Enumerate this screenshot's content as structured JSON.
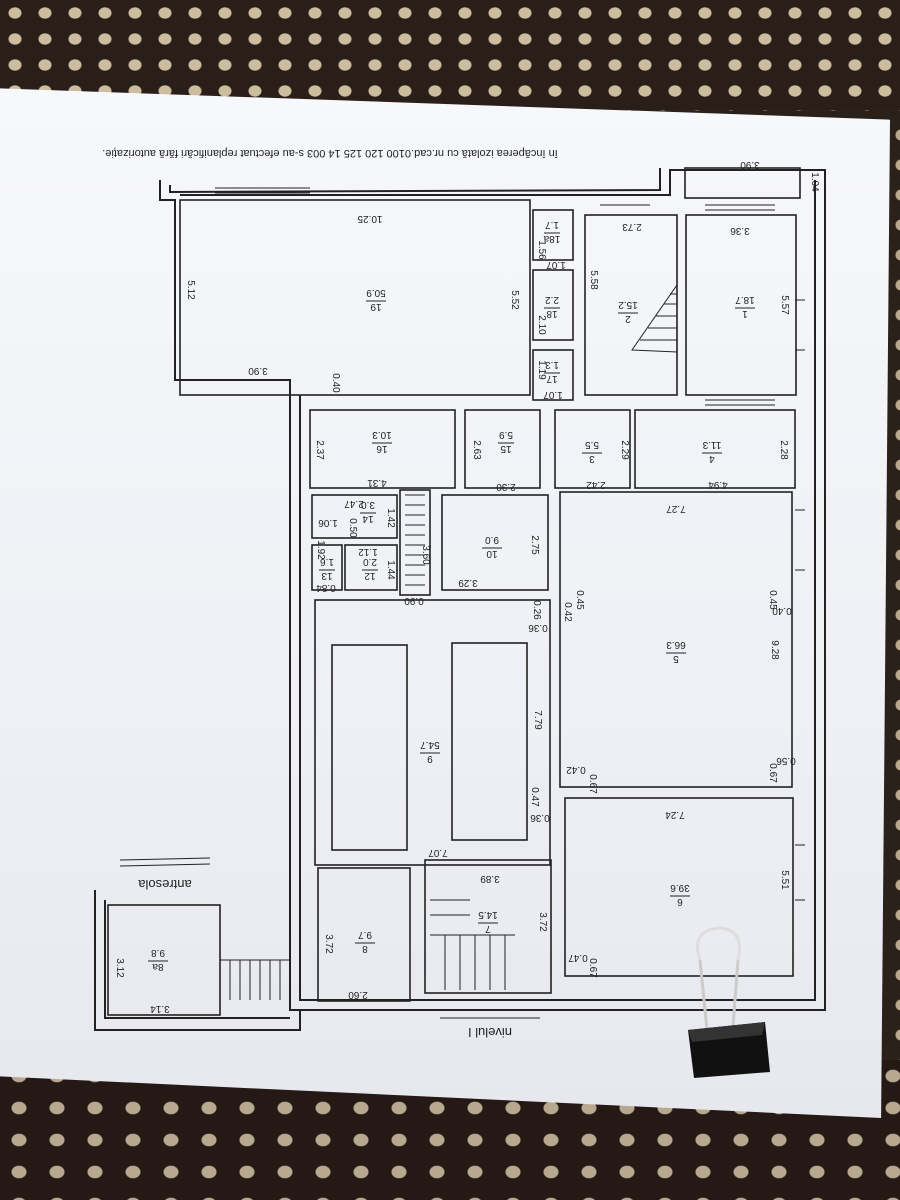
{
  "title_note": "în încăperea izolată cu nr.cad.0100 120 125 14 003  s-au efectuat replanificări fără autorizație.",
  "level_label": "nivelul I",
  "antresola_label": "antresola",
  "rooms": [
    {
      "id": "1",
      "area": "18.7"
    },
    {
      "id": "2",
      "area": "15.2"
    },
    {
      "id": "3",
      "area": "5.5"
    },
    {
      "id": "4",
      "area": "11.3"
    },
    {
      "id": "5",
      "area": "66.3"
    },
    {
      "id": "6",
      "area": "39.6"
    },
    {
      "id": "7",
      "area": "14.5"
    },
    {
      "id": "8",
      "area": "9.7"
    },
    {
      "id": "8a",
      "area": "9.8"
    },
    {
      "id": "9",
      "area": "54.7"
    },
    {
      "id": "10",
      "area": "9.0"
    },
    {
      "id": "12",
      "area": "2.0"
    },
    {
      "id": "13",
      "area": "1.6"
    },
    {
      "id": "14",
      "area": "3.0"
    },
    {
      "id": "15",
      "area": "5.9"
    },
    {
      "id": "16",
      "area": "10.3"
    },
    {
      "id": "17",
      "area": "1.3"
    },
    {
      "id": "18",
      "area": "2.2"
    },
    {
      "id": "18a",
      "area": "1.7"
    },
    {
      "id": "19",
      "area": "50.9"
    }
  ],
  "dims": [
    "3.90",
    "1.04",
    "3.36",
    "5.57",
    "2.73",
    "5.58",
    "10.25",
    "5.52",
    "5.12",
    "3.90",
    "0.40",
    "1.07",
    "1.56",
    "2.10",
    "1.07",
    "1.19",
    "2.37",
    "4.31",
    "2.63",
    "2.30",
    "2.29",
    "2.42",
    "2.28",
    "4.94",
    "7.27",
    "2.47",
    "1.42",
    "1.06",
    "0.50",
    "1.44",
    "1.12",
    "1.92",
    "0.84",
    "3.60",
    "0.90",
    "2.75",
    "3.29",
    "0.45",
    "0.42",
    "0.45",
    "0.40",
    "9.28",
    "0.36",
    "0.26",
    "7.79",
    "0.47",
    "0.36",
    "0.56",
    "0.67",
    "0.42",
    "0.67",
    "7.07",
    "7.24",
    "5.51",
    "3.89",
    "3.72",
    "0.47",
    "0.67",
    "3.72",
    "2.60",
    "3.12",
    "3.14"
  ]
}
